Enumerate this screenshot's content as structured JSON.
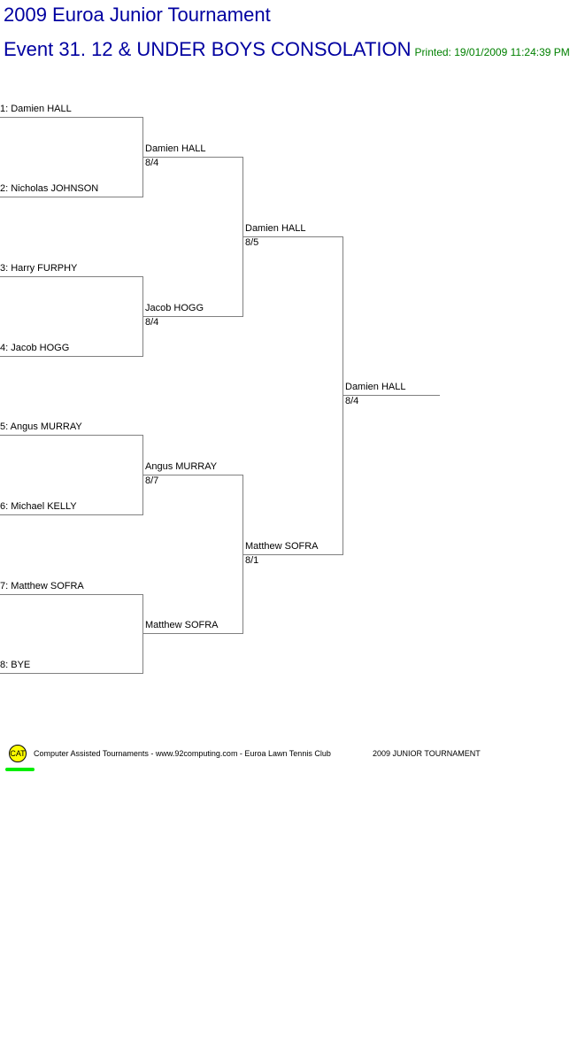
{
  "header": {
    "title": "2009 Euroa Junior Tournament",
    "event": "Event 31. 12 & UNDER BOYS CONSOLATION",
    "printed": "Printed: 19/01/2009 11:24:39 PM"
  },
  "rounds": [
    [
      {
        "name": "1: Damien HALL"
      },
      {
        "name": "2: Nicholas JOHNSON"
      },
      {
        "name": "3: Harry FURPHY"
      },
      {
        "name": "4: Jacob HOGG"
      },
      {
        "name": "5: Angus MURRAY"
      },
      {
        "name": "6: Michael KELLY"
      },
      {
        "name": "7: Matthew SOFRA"
      },
      {
        "name": "8: BYE"
      }
    ],
    [
      {
        "name": "Damien HALL",
        "score": "8/4"
      },
      {
        "name": "Jacob HOGG",
        "score": "8/4"
      },
      {
        "name": "Angus MURRAY",
        "score": "8/7"
      },
      {
        "name": "Matthew SOFRA",
        "score": ""
      }
    ],
    [
      {
        "name": "Damien HALL",
        "score": "8/5"
      },
      {
        "name": "Matthew SOFRA",
        "score": "8/1"
      }
    ],
    [
      {
        "name": "Damien HALL",
        "score": "8/4"
      }
    ]
  ],
  "footer": {
    "logo": "CAT",
    "credit": "Computer Assisted Tournaments - www.92computing.com -  Euroa Lawn Tennis Club",
    "tournament": "2009 JUNIOR TOURNAMENT"
  }
}
